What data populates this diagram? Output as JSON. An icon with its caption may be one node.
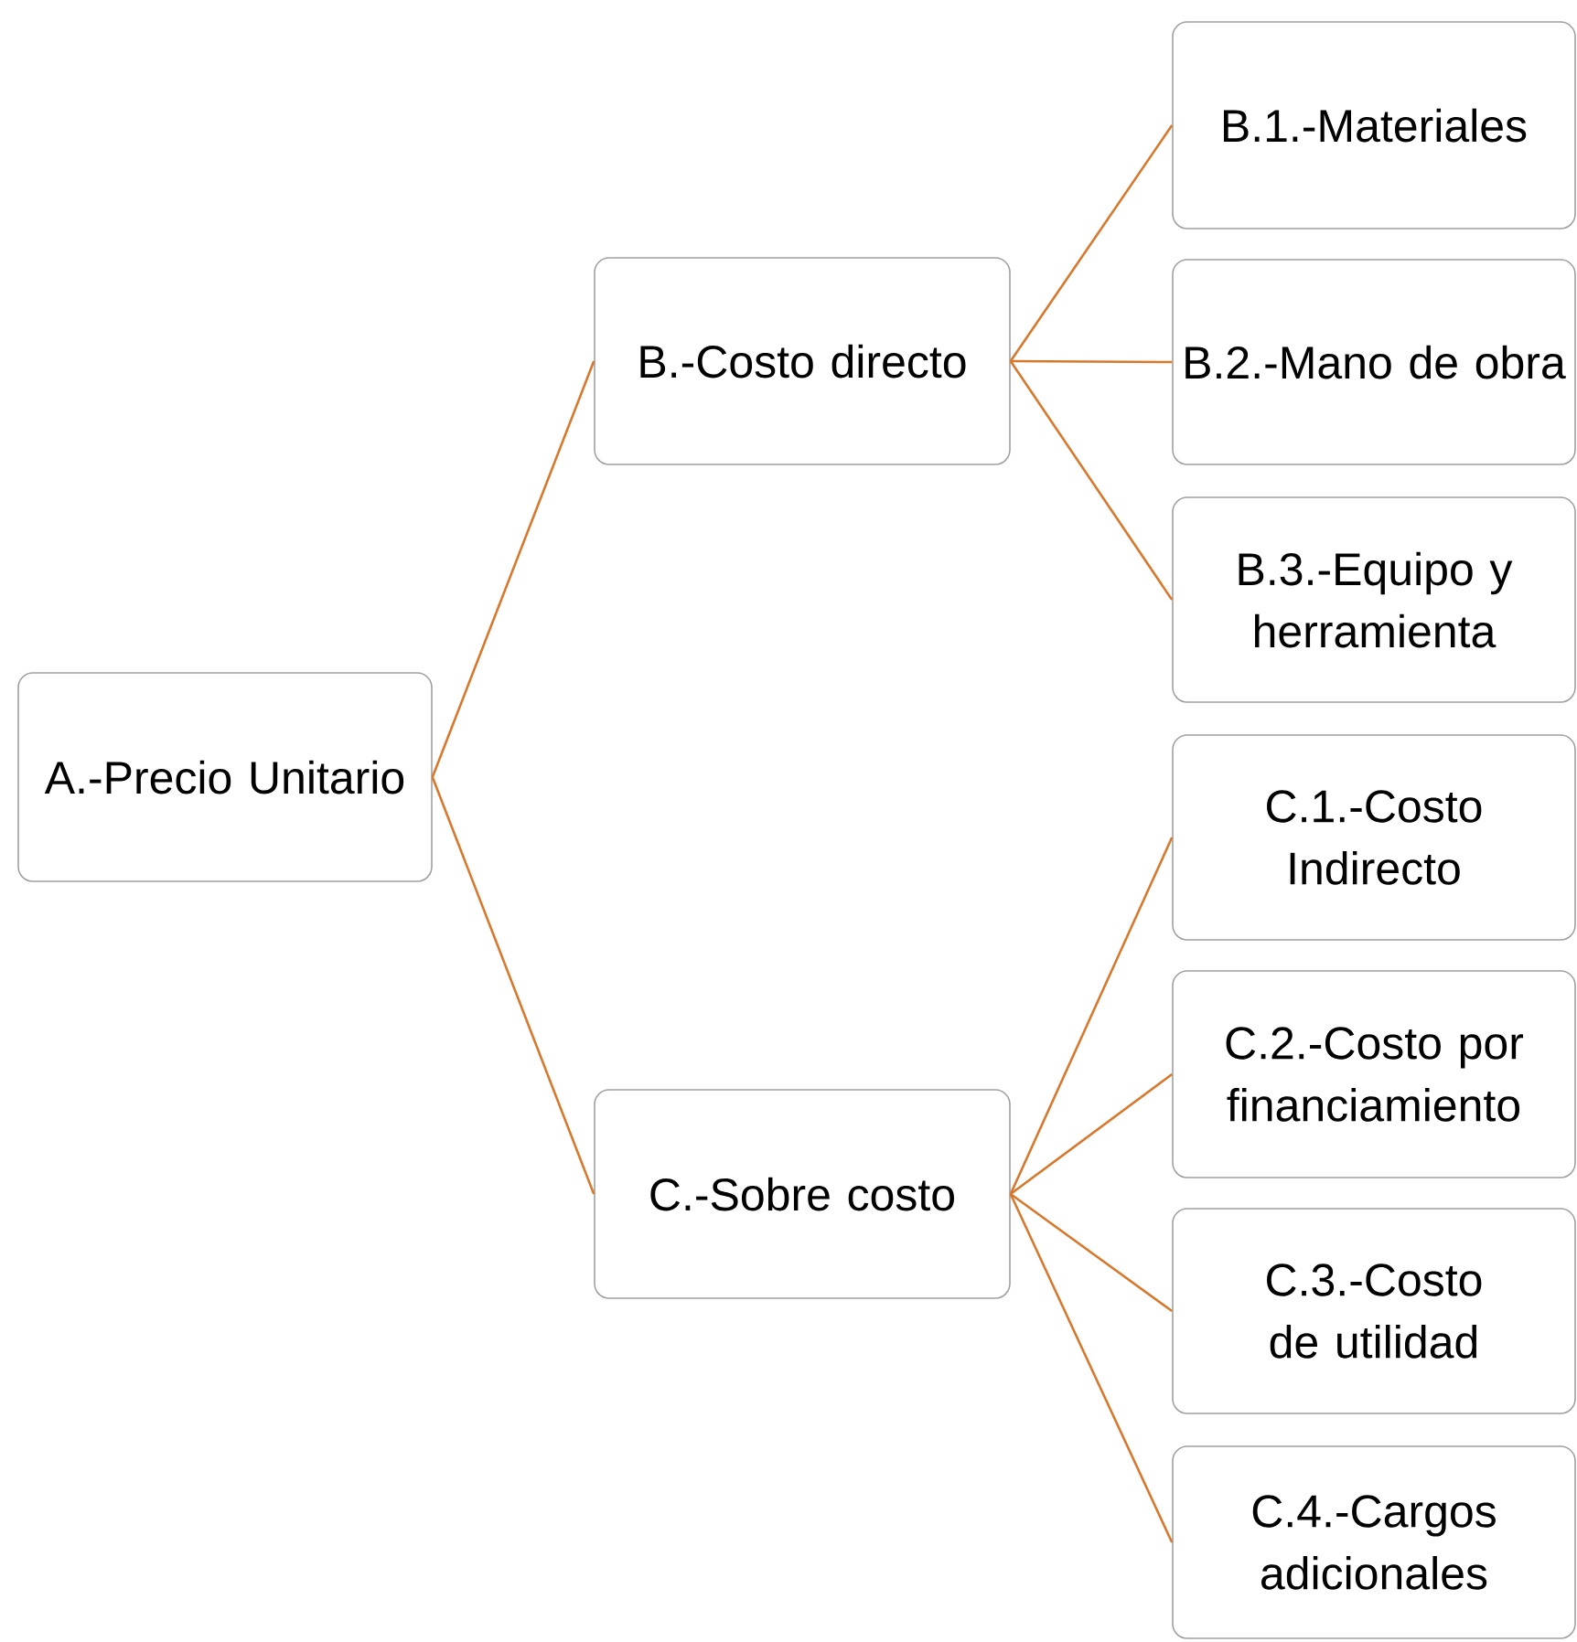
{
  "diagram": {
    "nodes": [
      {
        "text": [
          "A.-Precio Unitario"
        ]
      },
      {
        "text": [
          "B.-Costo directo"
        ]
      },
      {
        "text": [
          "B.1.-Materiales"
        ]
      },
      {
        "text": [
          "B.2.-Mano de obra"
        ]
      },
      {
        "text": [
          "B.3.-Equipo y herramienta"
        ]
      },
      {
        "text": [
          "C.-Sobre costo"
        ]
      },
      {
        "text": [
          "C.1.-Costo Indirecto"
        ]
      },
      {
        "text": [
          "C.2.-Costo por financiamiento"
        ]
      },
      {
        "text": [
          "C.3.-Costo de utilidad"
        ]
      },
      {
        "text": [
          "C.4.-Cargos adicionales"
        ]
      }
    ],
    "edges": [
      {
        "from": 0,
        "to": 1,
        "arrow": "none"
      },
      {
        "from": 0,
        "to": 5,
        "arrow": "none"
      },
      {
        "from": 1,
        "to": 2,
        "arrow": "none"
      },
      {
        "from": 1,
        "to": 3,
        "arrow": "none"
      },
      {
        "from": 1,
        "to": 4,
        "arrow": "none"
      },
      {
        "from": 5,
        "to": 6,
        "arrow": "none"
      },
      {
        "from": 5,
        "to": 7,
        "arrow": "none"
      },
      {
        "from": 5,
        "to": 8,
        "arrow": "none"
      },
      {
        "from": 5,
        "to": 9,
        "arrow": "none"
      }
    ]
  }
}
